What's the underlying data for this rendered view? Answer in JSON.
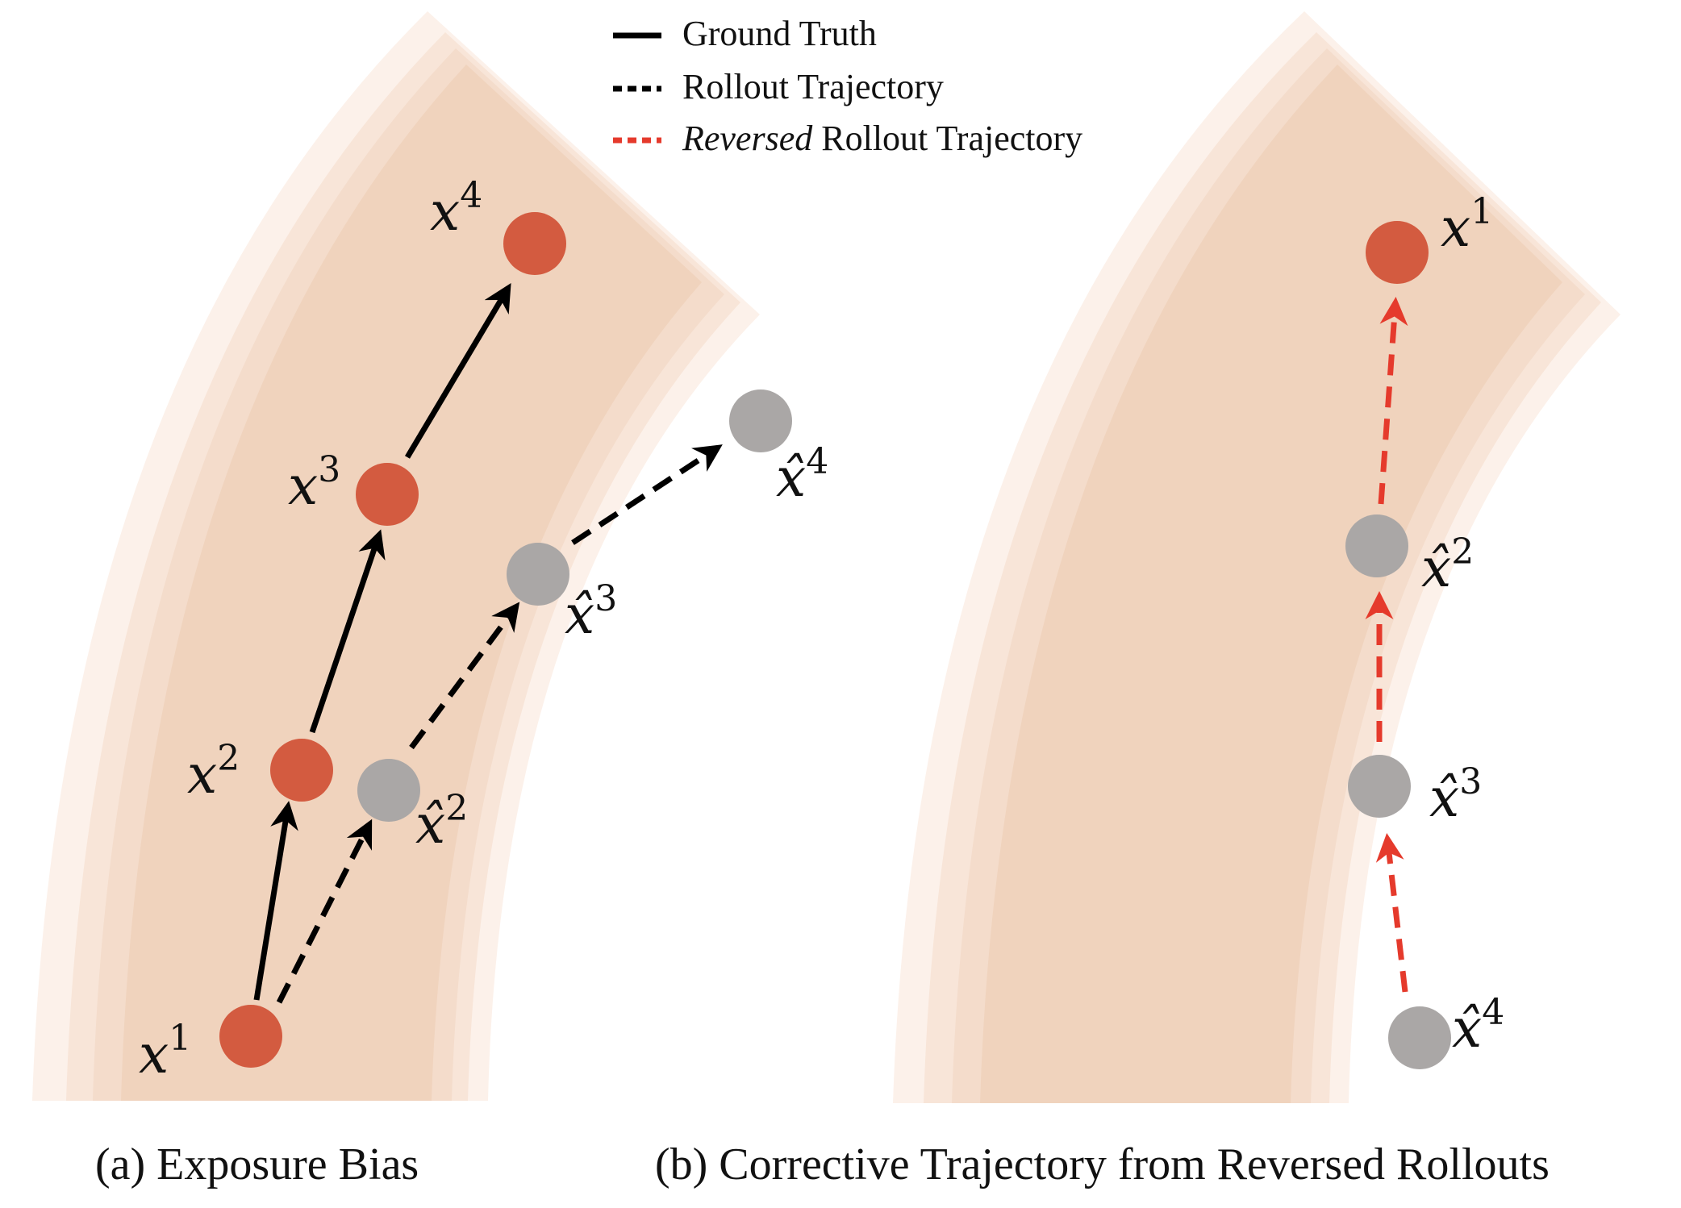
{
  "legend": {
    "ground_truth": "Ground Truth",
    "rollout": "Rollout Trajectory",
    "reversed_italic": "Reversed",
    "reversed_rest": " Rollout Trajectory"
  },
  "captions": {
    "a": "(a) Exposure Bias",
    "b": "(b) Corrective Trajectory from Reversed Rollouts"
  },
  "nodes": {
    "a_x1": {
      "base": "x",
      "sup": "1"
    },
    "a_x2": {
      "base": "x",
      "sup": "2"
    },
    "a_x3": {
      "base": "x",
      "sup": "3"
    },
    "a_x4": {
      "base": "x",
      "sup": "4"
    },
    "a_xh2": {
      "base": "x̂",
      "sup": "2"
    },
    "a_xh3": {
      "base": "x̂",
      "sup": "3"
    },
    "a_xh4": {
      "base": "x̂",
      "sup": "4"
    },
    "b_x1": {
      "base": "x",
      "sup": "1"
    },
    "b_xh2": {
      "base": "x̂",
      "sup": "2"
    },
    "b_xh3": {
      "base": "x̂",
      "sup": "3"
    },
    "b_xh4": {
      "base": "x̂",
      "sup": "4"
    }
  },
  "colors": {
    "ground_truth_node": "#d35b40",
    "rollout_node": "#aaa7a6",
    "band_core": "#f0d3bd",
    "reversed_arrow": "#e53a2c",
    "arrow": "#000000"
  }
}
